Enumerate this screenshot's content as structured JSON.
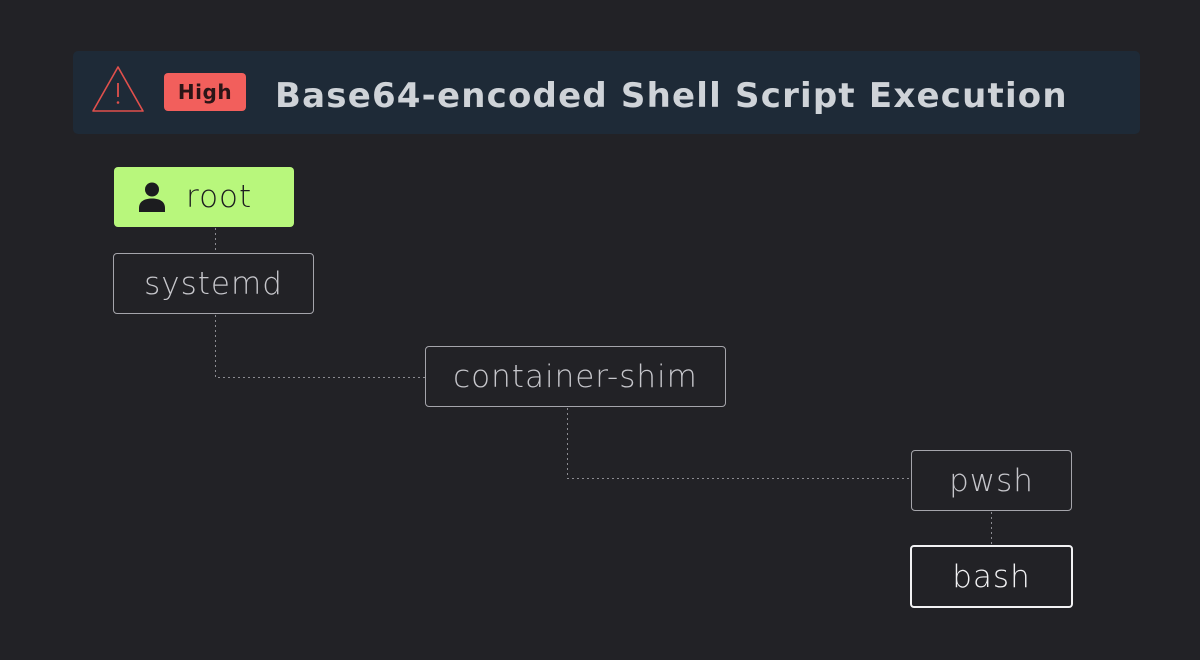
{
  "alert": {
    "icon": "warning-triangle-icon",
    "severity": "High",
    "title": "Base64-encoded Shell Script Execution"
  },
  "colors": {
    "background": "#222226",
    "alert_bar": "#1e2a37",
    "severity_badge": "#f25f5c",
    "warning_icon": "#e0504c",
    "user_node": "#b8f77c",
    "node_border": "#a5a5ab",
    "highlight_node_border": "#f2f2f4"
  },
  "process_tree": {
    "user": {
      "icon": "user-icon",
      "label": "root"
    },
    "nodes": [
      {
        "label": "systemd"
      },
      {
        "label": "container-shim"
      },
      {
        "label": "pwsh"
      },
      {
        "label": "bash"
      }
    ]
  }
}
